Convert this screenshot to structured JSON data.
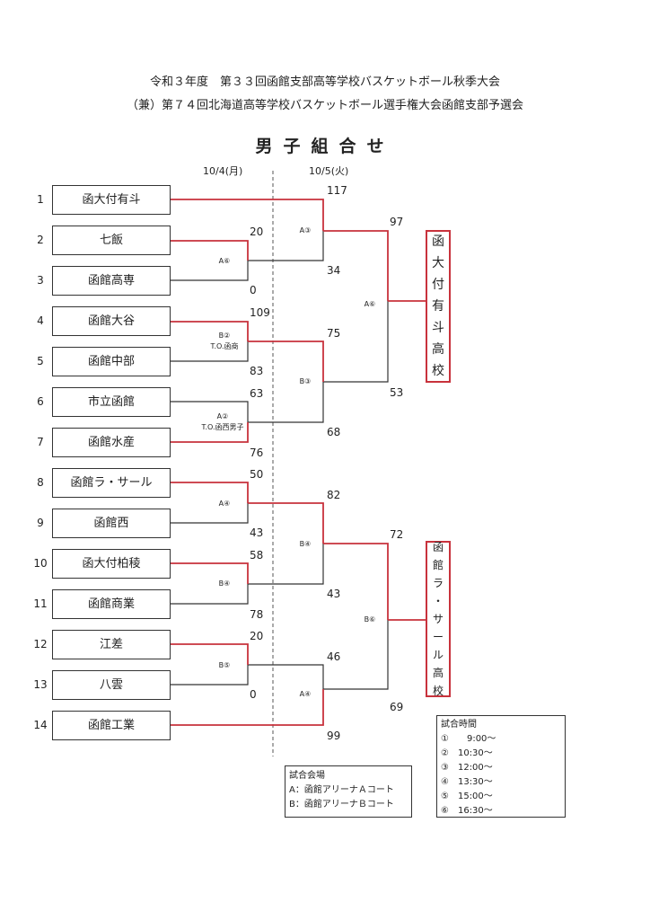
{
  "header": {
    "line1": "令和３年度　第３３回函館支部高等学校バスケットボール秋季大会",
    "line2": "（兼）第７４回北海道高等学校バスケットボール選手権大会函館支部予選会",
    "title": "男子組合せ",
    "day1": "10/4(月)",
    "day2": "10/5(火)"
  },
  "teams": [
    {
      "seed": "1",
      "name": "函大付有斗"
    },
    {
      "seed": "2",
      "name": "七飯"
    },
    {
      "seed": "3",
      "name": "函館高専"
    },
    {
      "seed": "4",
      "name": "函館大谷"
    },
    {
      "seed": "5",
      "name": "函館中部"
    },
    {
      "seed": "6",
      "name": "市立函館"
    },
    {
      "seed": "7",
      "name": "函館水産"
    },
    {
      "seed": "8",
      "name": "函館ラ・サール"
    },
    {
      "seed": "9",
      "name": "函館西"
    },
    {
      "seed": "10",
      "name": "函大付柏稜"
    },
    {
      "seed": "11",
      "name": "函館商業"
    },
    {
      "seed": "12",
      "name": "江差"
    },
    {
      "seed": "13",
      "name": "八雲"
    },
    {
      "seed": "14",
      "name": "函館工業"
    }
  ],
  "scores": {
    "r1_s1": "117",
    "m23_a": "20",
    "m23_b": "0",
    "m45_a": "109",
    "m45_b": "83",
    "m67_a": "63",
    "m67_b": "76",
    "m89_a": "50",
    "m89_b": "43",
    "m1011_a": "58",
    "m1011_b": "78",
    "m1213_a": "20",
    "m1213_b": "0",
    "q1_b": "34",
    "q2_a": "75",
    "q2_b": "68",
    "q3_a": "82",
    "q3_b": "43",
    "q4_a": "46",
    "q4_b": "99",
    "s1_a": "97",
    "s1_b": "53",
    "s2_a": "72",
    "s2_b": "69"
  },
  "match_labels": {
    "m23": "A⑥",
    "m45": "B②",
    "m45_to": "T.O.函商",
    "m67": "A②",
    "m67_to": "T.O.函西男子",
    "m89": "A④",
    "m1011": "B④",
    "m1213": "B⑤",
    "q1": "A③",
    "q2": "B③",
    "q3": "B④",
    "q4": "A④",
    "s1": "A⑥",
    "s2": "B⑥"
  },
  "winners": {
    "w1": [
      "函",
      "大",
      "付",
      "有",
      "斗",
      "高",
      "校"
    ],
    "w2": [
      "函",
      "館",
      "ラ",
      "・",
      "サ",
      "ー",
      "ル",
      "高",
      "校"
    ]
  },
  "venue": {
    "title": "試合会場",
    "a": "A：函館アリーナＡコート",
    "b": "B：函館アリーナＢコート"
  },
  "times": {
    "title": "試合時間",
    "rows": [
      "①　　9:00～",
      "②　10:30～",
      "③　12:00～",
      "④　13:30～",
      "⑤　15:00～",
      "⑥　16:30～"
    ]
  },
  "colors": {
    "win_line": "#c8323c",
    "line": "#333333"
  }
}
